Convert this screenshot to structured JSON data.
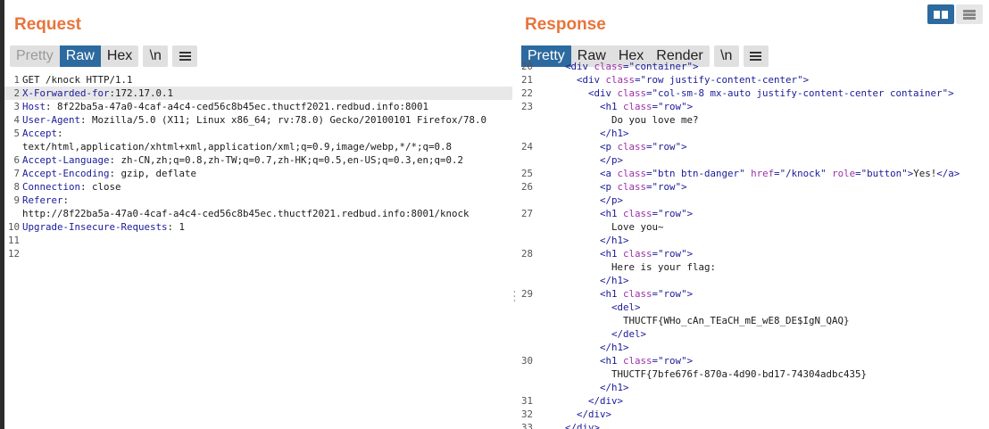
{
  "request": {
    "title": "Request",
    "tabs": [
      "Pretty",
      "Raw",
      "Hex"
    ],
    "newline_btn": "\\n",
    "lines": [
      {
        "n": "1",
        "parts": [
          {
            "c": "v",
            "t": "GET /knock HTTP/1.1"
          }
        ]
      },
      {
        "n": "2",
        "hl": true,
        "parts": [
          {
            "c": "k",
            "t": "X-Forwarded-for"
          },
          {
            "c": "v",
            "t": ":172.17.0.1"
          }
        ]
      },
      {
        "n": "3",
        "parts": [
          {
            "c": "k",
            "t": "Host"
          },
          {
            "c": "v",
            "t": ": 8f22ba5a-47a0-4caf-a4c4-ced56c8b45ec.thuctf2021.redbud.info:8001"
          }
        ]
      },
      {
        "n": "4",
        "parts": [
          {
            "c": "k",
            "t": "User-Agent"
          },
          {
            "c": "v",
            "t": ": Mozilla/5.0 (X11; Linux x86_64; rv:78.0) Gecko/20100101 Firefox/78.0"
          }
        ]
      },
      {
        "n": "5",
        "parts": [
          {
            "c": "k",
            "t": "Accept"
          },
          {
            "c": "v",
            "t": ":"
          }
        ]
      },
      {
        "n": "",
        "parts": [
          {
            "c": "v",
            "t": "text/html,application/xhtml+xml,application/xml;q=0.9,image/webp,*/*;q=0.8"
          }
        ]
      },
      {
        "n": "6",
        "parts": [
          {
            "c": "k",
            "t": "Accept-Language"
          },
          {
            "c": "v",
            "t": ": zh-CN,zh;q=0.8,zh-TW;q=0.7,zh-HK;q=0.5,en-US;q=0.3,en;q=0.2"
          }
        ]
      },
      {
        "n": "7",
        "parts": [
          {
            "c": "k",
            "t": "Accept-Encoding"
          },
          {
            "c": "v",
            "t": ": gzip, deflate"
          }
        ]
      },
      {
        "n": "8",
        "parts": [
          {
            "c": "k",
            "t": "Connection"
          },
          {
            "c": "v",
            "t": ": close"
          }
        ]
      },
      {
        "n": "9",
        "parts": [
          {
            "c": "k",
            "t": "Referer"
          },
          {
            "c": "v",
            "t": ":"
          }
        ]
      },
      {
        "n": "",
        "parts": [
          {
            "c": "v",
            "t": "http://8f22ba5a-47a0-4caf-a4c4-ced56c8b45ec.thuctf2021.redbud.info:8001/knock"
          }
        ]
      },
      {
        "n": "10",
        "parts": [
          {
            "c": "k",
            "t": "Upgrade-Insecure-Requests"
          },
          {
            "c": "v",
            "t": ": 1"
          }
        ]
      },
      {
        "n": "11",
        "parts": []
      },
      {
        "n": "12",
        "parts": []
      }
    ]
  },
  "response": {
    "title": "Response",
    "tabs": [
      "Pretty",
      "Raw",
      "Hex",
      "Render"
    ],
    "newline_btn": "\\n",
    "lines": [
      {
        "n": "20",
        "indent": 4,
        "parts": [
          {
            "c": "tag",
            "t": "<div "
          },
          {
            "c": "attr",
            "t": "class"
          },
          {
            "c": "tag",
            "t": "=\"container\">"
          }
        ]
      },
      {
        "n": "21",
        "indent": 6,
        "parts": [
          {
            "c": "tag",
            "t": "<div "
          },
          {
            "c": "attr",
            "t": "class"
          },
          {
            "c": "tag",
            "t": "=\""
          },
          {
            "c": "str",
            "t": "row justify-content-center"
          },
          {
            "c": "tag",
            "t": "\">"
          }
        ]
      },
      {
        "n": "22",
        "indent": 8,
        "parts": [
          {
            "c": "tag",
            "t": "<div "
          },
          {
            "c": "attr",
            "t": "class"
          },
          {
            "c": "tag",
            "t": "=\""
          },
          {
            "c": "str",
            "t": "col-sm-8 mx-auto justify-content-center container"
          },
          {
            "c": "tag",
            "t": "\">"
          }
        ]
      },
      {
        "n": "23",
        "indent": 10,
        "parts": [
          {
            "c": "tag",
            "t": "<h1 "
          },
          {
            "c": "attr",
            "t": "class"
          },
          {
            "c": "tag",
            "t": "=\""
          },
          {
            "c": "str",
            "t": "row"
          },
          {
            "c": "tag",
            "t": "\">"
          }
        ]
      },
      {
        "n": "",
        "indent": 12,
        "parts": [
          {
            "c": "txt",
            "t": "Do you love me?"
          }
        ]
      },
      {
        "n": "",
        "indent": 10,
        "parts": [
          {
            "c": "tag",
            "t": "</h1>"
          }
        ]
      },
      {
        "n": "24",
        "indent": 10,
        "parts": [
          {
            "c": "tag",
            "t": "<p "
          },
          {
            "c": "attr",
            "t": "class"
          },
          {
            "c": "tag",
            "t": "=\""
          },
          {
            "c": "str",
            "t": "row"
          },
          {
            "c": "tag",
            "t": "\">"
          }
        ]
      },
      {
        "n": "",
        "indent": 10,
        "parts": [
          {
            "c": "tag",
            "t": "</p>"
          }
        ]
      },
      {
        "n": "25",
        "indent": 10,
        "parts": [
          {
            "c": "tag",
            "t": "<a "
          },
          {
            "c": "attr",
            "t": "class"
          },
          {
            "c": "tag",
            "t": "=\""
          },
          {
            "c": "str",
            "t": "btn btn-danger"
          },
          {
            "c": "tag",
            "t": "\" "
          },
          {
            "c": "attr",
            "t": "href"
          },
          {
            "c": "tag",
            "t": "=\""
          },
          {
            "c": "str",
            "t": "/knock"
          },
          {
            "c": "tag",
            "t": "\" "
          },
          {
            "c": "attr",
            "t": "role"
          },
          {
            "c": "tag",
            "t": "=\""
          },
          {
            "c": "str",
            "t": "button"
          },
          {
            "c": "tag",
            "t": "\">"
          },
          {
            "c": "txt",
            "t": "Yes!"
          },
          {
            "c": "tag",
            "t": "</a>"
          }
        ]
      },
      {
        "n": "26",
        "indent": 10,
        "parts": [
          {
            "c": "tag",
            "t": "<p "
          },
          {
            "c": "attr",
            "t": "class"
          },
          {
            "c": "tag",
            "t": "=\""
          },
          {
            "c": "str",
            "t": "row"
          },
          {
            "c": "tag",
            "t": "\">"
          }
        ]
      },
      {
        "n": "",
        "indent": 10,
        "parts": [
          {
            "c": "tag",
            "t": "</p>"
          }
        ]
      },
      {
        "n": "27",
        "indent": 10,
        "parts": [
          {
            "c": "tag",
            "t": "<h1 "
          },
          {
            "c": "attr",
            "t": "class"
          },
          {
            "c": "tag",
            "t": "=\""
          },
          {
            "c": "str",
            "t": "row"
          },
          {
            "c": "tag",
            "t": "\">"
          }
        ]
      },
      {
        "n": "",
        "indent": 12,
        "parts": [
          {
            "c": "txt",
            "t": "Love you~"
          }
        ]
      },
      {
        "n": "",
        "indent": 10,
        "parts": [
          {
            "c": "tag",
            "t": "</h1>"
          }
        ]
      },
      {
        "n": "28",
        "indent": 10,
        "parts": [
          {
            "c": "tag",
            "t": "<h1 "
          },
          {
            "c": "attr",
            "t": "class"
          },
          {
            "c": "tag",
            "t": "=\""
          },
          {
            "c": "str",
            "t": "row"
          },
          {
            "c": "tag",
            "t": "\">"
          }
        ]
      },
      {
        "n": "",
        "indent": 12,
        "parts": [
          {
            "c": "txt",
            "t": "Here is your flag:"
          }
        ]
      },
      {
        "n": "",
        "indent": 10,
        "parts": [
          {
            "c": "tag",
            "t": "</h1>"
          }
        ]
      },
      {
        "n": "29",
        "indent": 10,
        "parts": [
          {
            "c": "tag",
            "t": "<h1 "
          },
          {
            "c": "attr",
            "t": "class"
          },
          {
            "c": "tag",
            "t": "=\""
          },
          {
            "c": "str",
            "t": "row"
          },
          {
            "c": "tag",
            "t": "\">"
          }
        ]
      },
      {
        "n": "",
        "indent": 12,
        "parts": [
          {
            "c": "tag",
            "t": "<del>"
          }
        ]
      },
      {
        "n": "",
        "indent": 14,
        "parts": [
          {
            "c": "txt",
            "t": "THUCTF{WHo_cAn_TEaCH_mE_wE8_DE$IgN_QAQ}"
          }
        ]
      },
      {
        "n": "",
        "indent": 12,
        "parts": [
          {
            "c": "tag",
            "t": "</del>"
          }
        ]
      },
      {
        "n": "",
        "indent": 10,
        "parts": [
          {
            "c": "tag",
            "t": "</h1>"
          }
        ]
      },
      {
        "n": "30",
        "indent": 10,
        "parts": [
          {
            "c": "tag",
            "t": "<h1 "
          },
          {
            "c": "attr",
            "t": "class"
          },
          {
            "c": "tag",
            "t": "=\""
          },
          {
            "c": "str",
            "t": "row"
          },
          {
            "c": "tag",
            "t": "\">"
          }
        ]
      },
      {
        "n": "",
        "indent": 12,
        "parts": [
          {
            "c": "txt",
            "t": "THUCTF{7bfe676f-870a-4d90-bd17-74304adbc435}"
          }
        ]
      },
      {
        "n": "",
        "indent": 10,
        "parts": [
          {
            "c": "tag",
            "t": "</h1>"
          }
        ]
      },
      {
        "n": "31",
        "indent": 8,
        "parts": [
          {
            "c": "tag",
            "t": "</div>"
          }
        ]
      },
      {
        "n": "32",
        "indent": 6,
        "parts": [
          {
            "c": "tag",
            "t": "</div>"
          }
        ]
      },
      {
        "n": "33",
        "indent": 4,
        "parts": [
          {
            "c": "tag",
            "t": "</div>"
          }
        ]
      }
    ]
  },
  "layout_toggle": {
    "active": "side-by-side-icon",
    "inactive": "stacked-icon"
  },
  "colors": {
    "accent": "#e8743b",
    "active_tab": "#2d6a9f",
    "tab_bg": "#e0e0e0",
    "header_key": "#1a1a99",
    "attr": "#9b2fa8"
  }
}
